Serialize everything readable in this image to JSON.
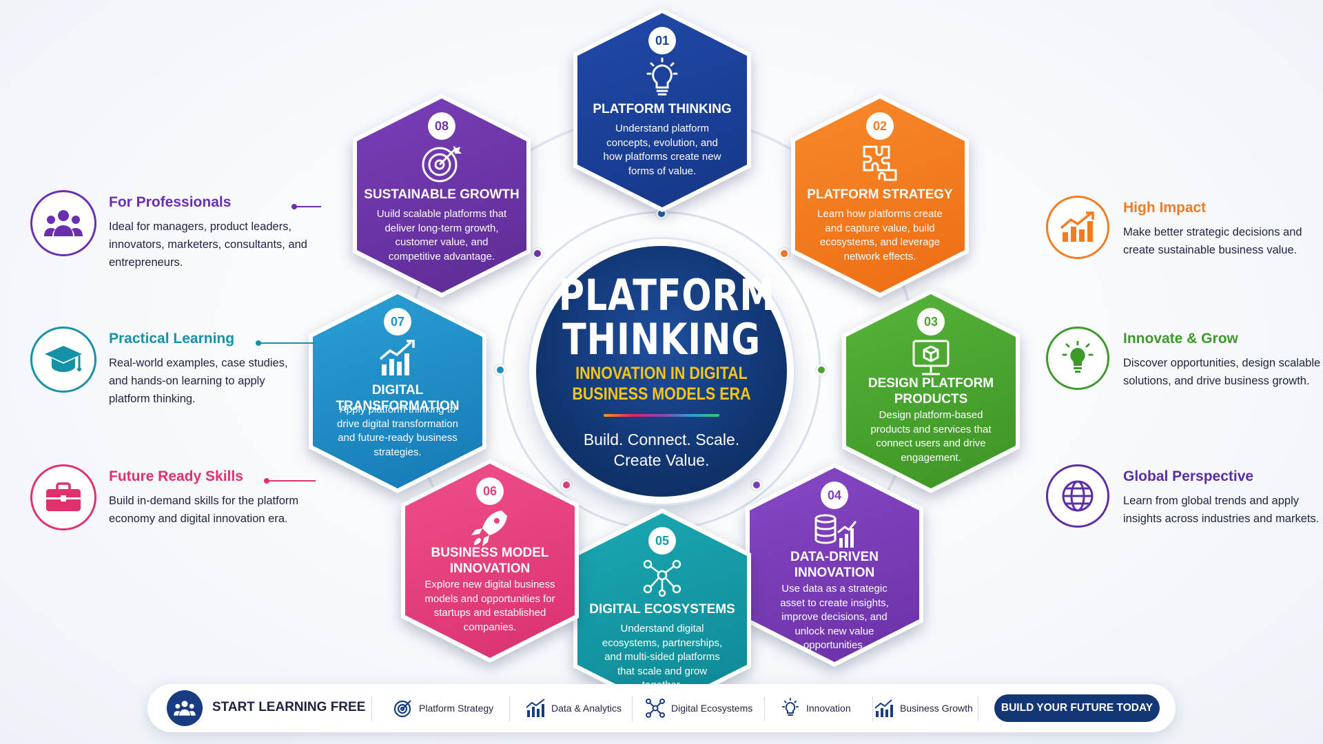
{
  "center": {
    "title_line1": "PLATFORM",
    "title_line2": "THINKING",
    "subtitle_line1": "INNOVATION IN DIGITAL",
    "subtitle_line2": "BUSINESS MODELS ERA",
    "tagline_line1": "Build. Connect. Scale.",
    "tagline_line2": "Create Value."
  },
  "modules": [
    {
      "number": "01",
      "title": "PLATFORM THINKING",
      "desc": "Understand platform concepts, evolution, and how platforms create new forms of value.",
      "color": "#1a3f96",
      "icon": "lightbulb-icon"
    },
    {
      "number": "02",
      "title": "PLATFORM STRATEGY",
      "desc": "Learn how platforms create and capture value, build ecosystems, and leverage network effects.",
      "color": "#f47b20",
      "icon": "puzzle-icon"
    },
    {
      "number": "03",
      "title": "DESIGN PLATFORM PRODUCTS",
      "desc": "Design platform-based products and services that connect users and drive engagement.",
      "color": "#4aa52e",
      "icon": "monitor-cube-icon"
    },
    {
      "number": "04",
      "title": "DATA-DRIVEN INNOVATION",
      "desc": "Use data as a strategic asset to create insights, improve decisions, and unlock new value opportunities.",
      "color": "#7b3fb8",
      "icon": "database-chart-icon"
    },
    {
      "number": "05",
      "title": "DIGITAL ECOSYSTEMS",
      "desc": "Understand digital ecosystems, partnerships, and multi-sided platforms that scale and grow together.",
      "color": "#149aa6",
      "icon": "network-people-icon"
    },
    {
      "number": "06",
      "title": "BUSINESS MODEL INNOVATION",
      "desc": "Explore new digital business models and opportunities for startups and established companies.",
      "color": "#e3407f",
      "icon": "rocket-icon"
    },
    {
      "number": "07",
      "title": "DIGITAL TRANSFORMATION",
      "desc": "Apply platform thinking to drive digital transformation and future-ready business strategies.",
      "color": "#1f8fc7",
      "icon": "growth-chart-icon"
    },
    {
      "number": "08",
      "title": "SUSTAINABLE GROWTH",
      "desc": "Uuild scalable platforms that deliver long-term growth, customer value, and competitive advantage.",
      "color": "#6e35a8",
      "icon": "target-icon"
    }
  ],
  "left_features": [
    {
      "title": "For Professionals",
      "desc": "Ideal for managers, product leaders, innovators, marketers, consultants, and entrepreneurs.",
      "color": "#6a2fb0",
      "icon": "people-icon"
    },
    {
      "title": "Practical Learning",
      "desc": "Real-world examples, case studies, and hands-on learning to apply platform thinking.",
      "color": "#1592a6",
      "icon": "graduation-cap-icon"
    },
    {
      "title": "Future Ready Skills",
      "desc": "Build in-demand skills for the platform economy and digital innovation era.",
      "color": "#e0306e",
      "icon": "briefcase-icon"
    }
  ],
  "right_features": [
    {
      "title": "High Impact",
      "desc": "Make better strategic decisions and create sustainable business value.",
      "color": "#f47b20",
      "icon": "bar-chart-up-icon"
    },
    {
      "title": "Innovate & Grow",
      "desc": "Discover opportunities, design scalable solutions, and drive business growth.",
      "color": "#3d9a2a",
      "icon": "lightbulb-icon"
    },
    {
      "title": "Global Perspective",
      "desc": "Learn from global trends and apply insights across industries and markets.",
      "color": "#5a2ea6",
      "icon": "globe-icon"
    }
  ],
  "bottom_bar": {
    "start_label": "START LEARNING FREE",
    "items": [
      {
        "label": "Platform Strategy",
        "icon": "target-icon"
      },
      {
        "label": "Data & Analytics",
        "icon": "bar-chart-icon"
      },
      {
        "label": "Digital Ecosystems",
        "icon": "network-icon"
      },
      {
        "label": "Innovation",
        "icon": "lightbulb-icon"
      },
      {
        "label": "Business Growth",
        "icon": "growth-chart-icon"
      }
    ],
    "cta_label": "BUILD YOUR FUTURE TODAY"
  }
}
